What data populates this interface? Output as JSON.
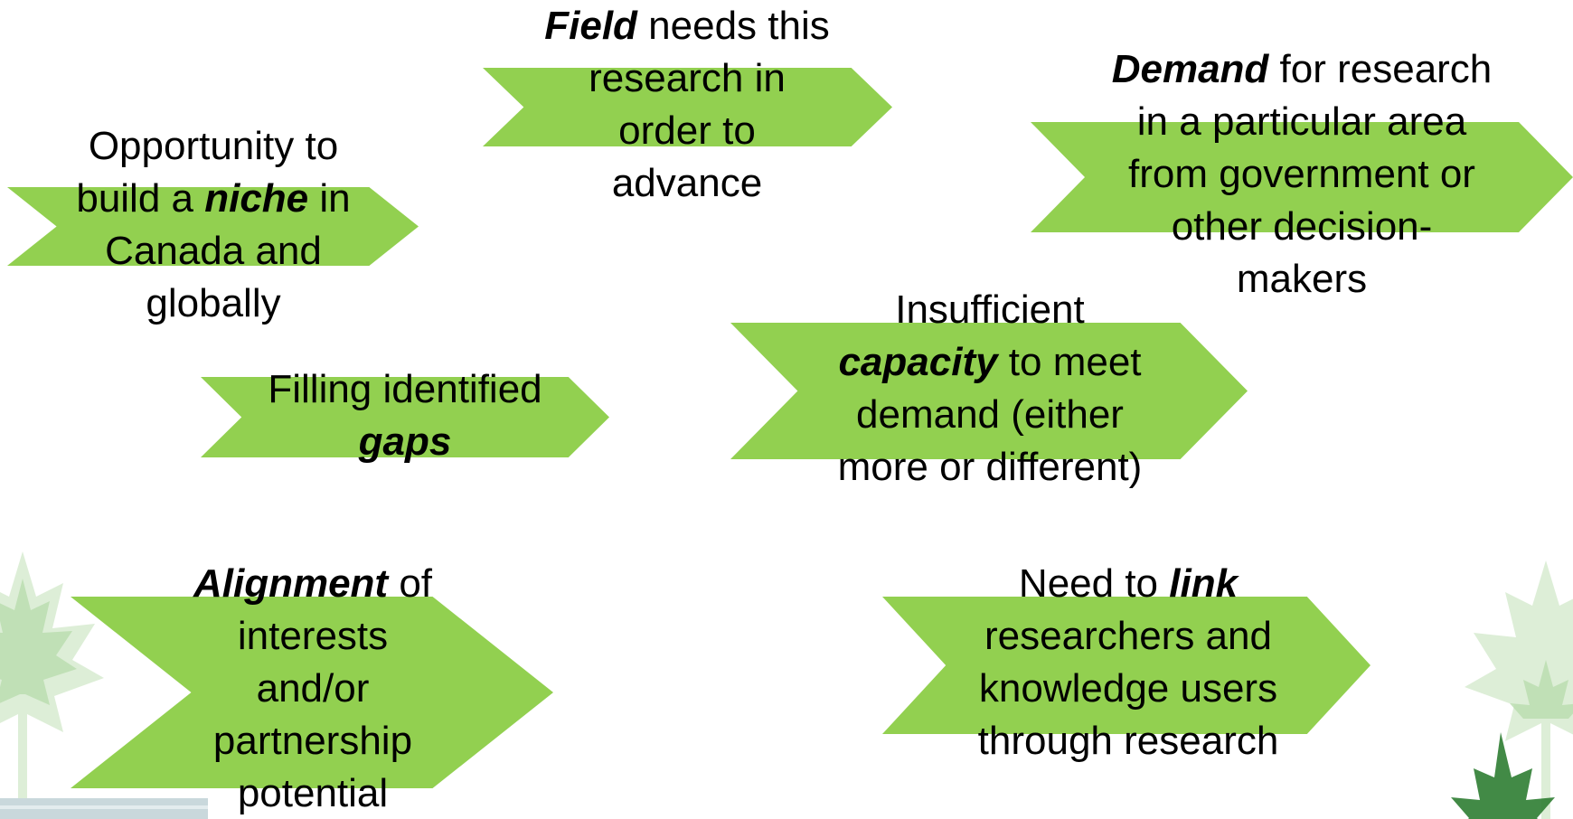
{
  "colors": {
    "chevron_fill": "#92d050",
    "text": "#000000",
    "leaf_light": "#d9ecd3",
    "leaf_mid": "#b9dcae",
    "leaf_dark": "#2e7d32"
  },
  "items": [
    {
      "lines": [
        [
          {
            "t": "Opportunity to"
          }
        ],
        [
          {
            "t": "build a "
          },
          {
            "t": "niche",
            "em": true
          },
          {
            "t": " in"
          }
        ],
        [
          {
            "t": "Canada and"
          }
        ],
        [
          {
            "t": "globally"
          }
        ]
      ]
    },
    {
      "lines": [
        [
          {
            "t": "Field",
            "em": true
          },
          {
            "t": " needs this"
          }
        ],
        [
          {
            "t": "research in"
          }
        ],
        [
          {
            "t": "order to"
          }
        ],
        [
          {
            "t": "advance"
          }
        ]
      ]
    },
    {
      "lines": [
        [
          {
            "t": "Demand",
            "em": true
          },
          {
            "t": " for research"
          }
        ],
        [
          {
            "t": "in a particular area"
          }
        ],
        [
          {
            "t": "from government or"
          }
        ],
        [
          {
            "t": "other decision-"
          }
        ],
        [
          {
            "t": "makers"
          }
        ]
      ]
    },
    {
      "lines": [
        [
          {
            "t": "Filling identified"
          }
        ],
        [
          {
            "t": "gaps",
            "em": true
          }
        ]
      ]
    },
    {
      "lines": [
        [
          {
            "t": "Insufficient"
          }
        ],
        [
          {
            "t": "capacity",
            "em": true
          },
          {
            "t": " to meet"
          }
        ],
        [
          {
            "t": "demand (either"
          }
        ],
        [
          {
            "t": "more or different)"
          }
        ]
      ]
    },
    {
      "lines": [
        [
          {
            "t": "Alignment",
            "em": true
          },
          {
            "t": " of"
          }
        ],
        [
          {
            "t": "interests"
          }
        ],
        [
          {
            "t": "and/or"
          }
        ],
        [
          {
            "t": "partnership"
          }
        ],
        [
          {
            "t": "potential"
          }
        ]
      ]
    },
    {
      "lines": [
        [
          {
            "t": "Need to "
          },
          {
            "t": "link",
            "em": true
          }
        ],
        [
          {
            "t": "researchers and"
          }
        ],
        [
          {
            "t": "knowledge users"
          }
        ],
        [
          {
            "t": "through research"
          }
        ]
      ]
    }
  ]
}
